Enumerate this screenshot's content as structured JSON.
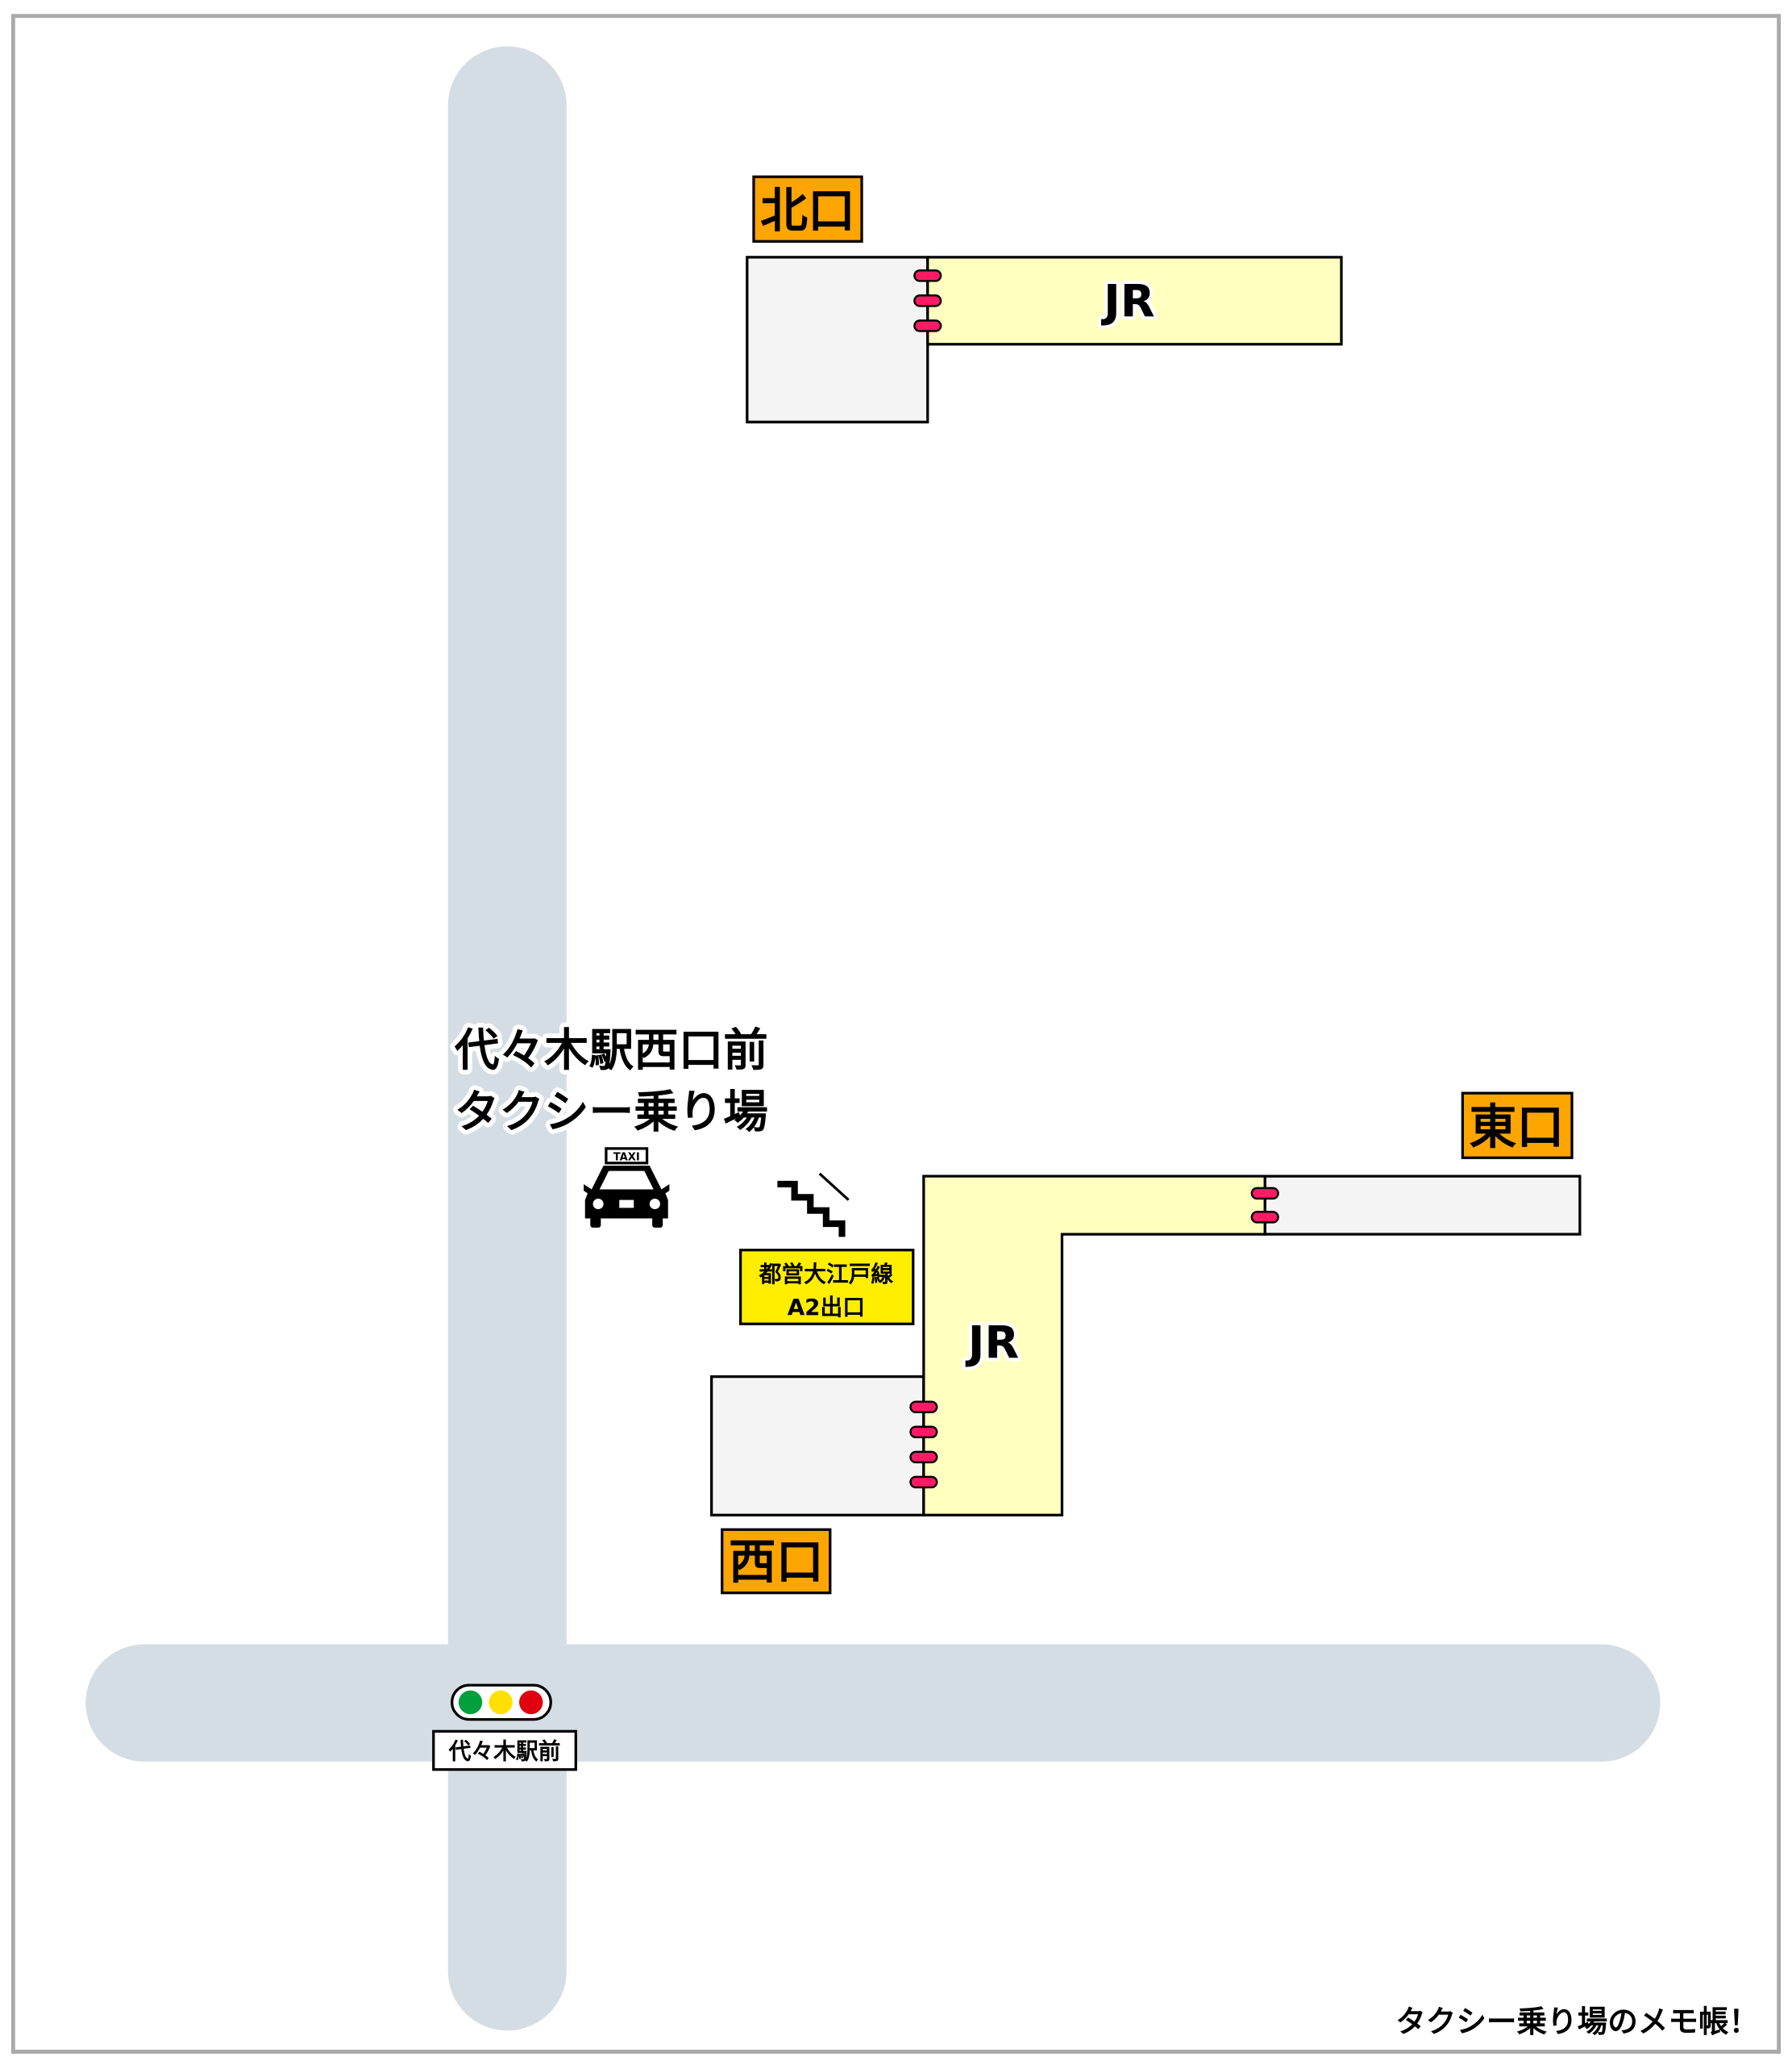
{
  "title": {
    "line1": "代々木駅西口前",
    "line2": "タクシー乗り場"
  },
  "exits": {
    "north": "北口",
    "east": "東口",
    "west": "西口"
  },
  "stations": {
    "north_jr": "JR",
    "main_jr": "JR"
  },
  "subway_exit": {
    "line1": "都営大江戸線",
    "line2": "A2出口"
  },
  "taxi_sign": "TAXI",
  "intersection_label": "代々木駅前",
  "footer": "タクシー乗り場のメモ帳！",
  "colors": {
    "road": "#d5dde4",
    "exit_label": "#ffa500",
    "jr_area": "#ffffc0",
    "concourse": "#f4f4f4",
    "gate": "#ff1a66",
    "subway_label": "#ffee00",
    "signal_green": "#00a03c",
    "signal_yellow": "#ffe000",
    "signal_red": "#e00010"
  }
}
